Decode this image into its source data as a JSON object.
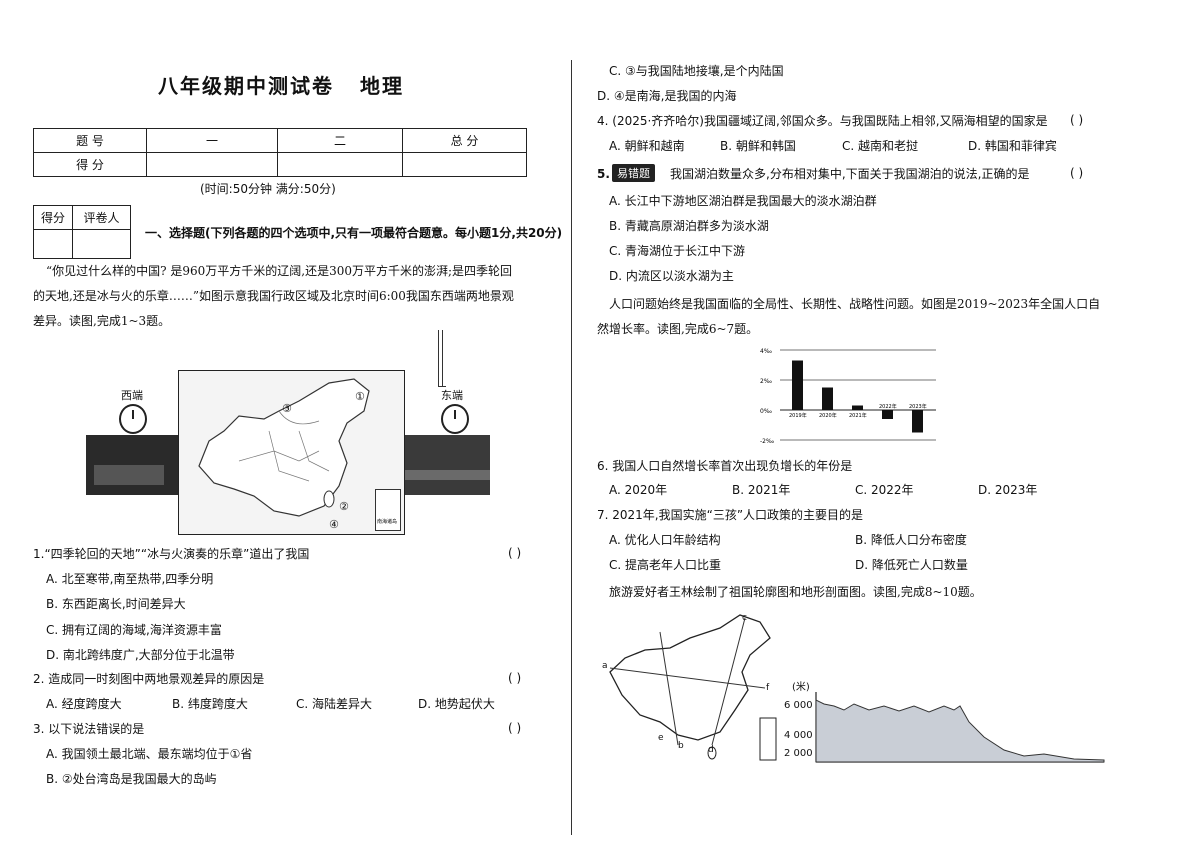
{
  "left": {
    "title": "八年级期中测试卷",
    "subject": "地理",
    "score_table": {
      "row1": [
        "题  号",
        "一",
        "二",
        "总  分"
      ],
      "row2_label": "得  分"
    },
    "time_info": "(时间:50分钟      满分:50分)",
    "grader_box": {
      "score": "得分",
      "grader": "评卷人"
    },
    "section1": "一、选择题(下列各题的四个选项中,只有一项最符合题意。每小题1分,共20分)",
    "intro": [
      "“你见过什么样的中国? 是960万平方千米的辽阔,还是300万平方千米的澎湃;是四季轮回",
      "的天地,还是冰与火的乐章……”如图示意我国行政区域及北京时间6:00我国东西端两地景观",
      "差异。读图,完成1~3题。"
    ],
    "figure1": {
      "west_label": "西端",
      "east_label": "东端",
      "marker1": "①",
      "marker2": "②",
      "marker3": "③",
      "marker4": "④",
      "inset_label": "南海诸岛"
    },
    "q1": {
      "stem": "1.“四季轮回的天地”“冰与火演奏的乐章”道出了我国",
      "paren": "(    )",
      "options": [
        "A. 北至寒带,南至热带,四季分明",
        "B. 东西距离长,时间差异大",
        "C. 拥有辽阔的海域,海洋资源丰富",
        "D. 南北跨纬度广,大部分位于北温带"
      ]
    },
    "q2": {
      "stem": "2. 造成同一时刻图中两地景观差异的原因是",
      "paren": "(    )",
      "options": [
        "A. 经度跨度大",
        "B. 纬度跨度大",
        "C. 海陆差异大",
        "D. 地势起伏大"
      ]
    },
    "q3": {
      "stem": "3. 以下说法错误的是",
      "paren": "(    )",
      "options": [
        "A. 我国领土最北端、最东端均位于①省",
        "B. ②处台湾岛是我国最大的岛屿"
      ]
    }
  },
  "right": {
    "q3_cont": [
      "C. ③与我国陆地接壤,是个内陆国",
      "D. ④是南海,是我国的内海"
    ],
    "q4": {
      "stem": "4. (2025·齐齐哈尔)我国疆域辽阔,邻国众多。与我国既陆上相邻,又隔海相望的国家是",
      "paren": "(    )",
      "options": [
        "A. 朝鲜和越南",
        "B. 朝鲜和韩国",
        "C. 越南和老挝",
        "D. 韩国和菲律宾"
      ]
    },
    "q5": {
      "badge": "易错题",
      "stem": "我国湖泊数量众多,分布相对集中,下面关于我国湖泊的说法,正确的是",
      "paren": "(    )",
      "options": [
        "A. 长江中下游地区湖泊群是我国最大的淡水湖泊群",
        "B. 青藏高原湖泊群多为淡水湖",
        "C. 青海湖位于长江中下游",
        "D. 内流区以淡水湖为主"
      ]
    },
    "intro2": [
      "人口问题始终是我国面临的全局性、长期性、战略性问题。如图是2019~2023年全国人口自",
      "然增长率。读图,完成6~7题。"
    ],
    "chart_data": {
      "type": "bar",
      "categories": [
        "2019年",
        "2020年",
        "2021年",
        "2022年",
        "2023年"
      ],
      "values": [
        3.3,
        1.5,
        0.3,
        -0.6,
        -1.5
      ],
      "ylim": [
        -2,
        4
      ],
      "yticks": [
        "4‰",
        "2‰",
        "0‰",
        "-2‰"
      ],
      "ytick_values": [
        4,
        2,
        0,
        -2
      ],
      "grid": true
    },
    "q6": {
      "stem": "6. 我国人口自然增长率首次出现负增长的年份是",
      "options": [
        "A. 2020年",
        "B. 2021年",
        "C. 2022年",
        "D. 2023年"
      ]
    },
    "q7": {
      "stem": "7. 2021年,我国实施“三孩”人口政策的主要目的是",
      "options": [
        "A. 优化人口年龄结构",
        "B. 降低人口分布密度",
        "C. 提高老年人口比重",
        "D. 降低死亡人口数量"
      ]
    },
    "intro3": "旅游爱好者王林绘制了祖国轮廓图和地形剖面图。读图,完成8~10题。",
    "figure3": {
      "profile_unit": "(米)",
      "profile_ticks": [
        "6 000",
        "4 000",
        "2 000"
      ],
      "profile_tick_values": [
        6000,
        4000,
        2000
      ],
      "map_letters": [
        "a",
        "b",
        "c",
        "d",
        "e",
        "f"
      ]
    }
  }
}
